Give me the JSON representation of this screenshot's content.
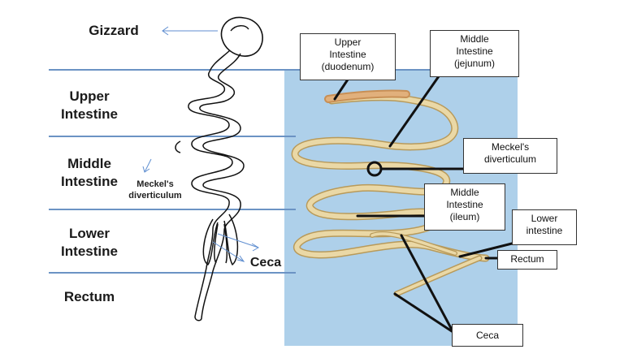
{
  "left_labels": {
    "gizzard": "Gizzard",
    "upper_intestine": "Upper\nIntestine",
    "middle_intestine": "Middle\nIntestine",
    "lower_intestine": "Lower\nIntestine",
    "rectum": "Rectum"
  },
  "sketch_labels": {
    "meckels": "Meckel's\ndiverticulum",
    "ceca": "Ceca"
  },
  "callouts": {
    "upper_duodenum": "Upper\nIntestine\n(duodenum)",
    "middle_jejunum": "Middle\nIntestine\n(jejunum)",
    "meckels": "Meckel's\ndiverticulum",
    "middle_ileum": "Middle\nIntestine\n(ileum)",
    "lower_intestine": "Lower\nintestine",
    "rectum": "Rectum",
    "ceca": "Ceca"
  },
  "colors": {
    "photo_background": "#aed0ea",
    "divider_line": "#6b93c4",
    "intestine_fill": "#ead8a6",
    "intestine_edge": "#b89a5a",
    "duodenum_fill": "#d9a56b"
  }
}
